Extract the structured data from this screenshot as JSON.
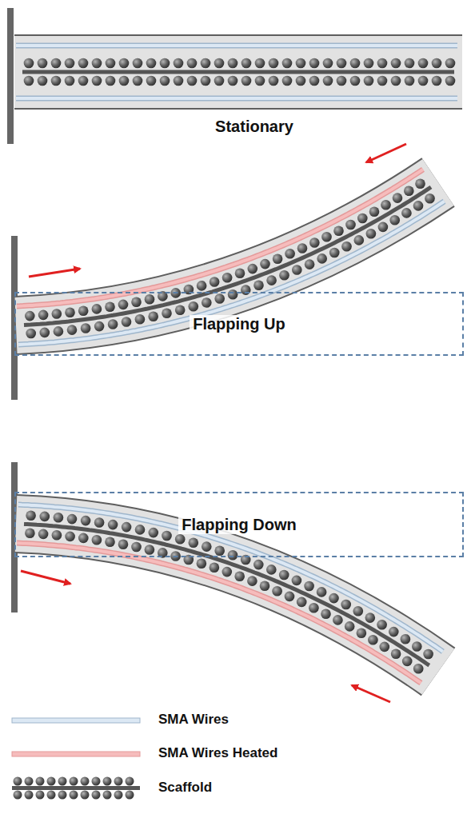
{
  "diagram": {
    "nodes": [
      {
        "text": [
          "Flapping Up"
        ]
      },
      {
        "text": [
          "Flapping Down"
        ]
      }
    ],
    "labels": [
      "Stationary"
    ],
    "legend": [
      {
        "text": "SMA Wires"
      },
      {
        "text": "SMA Wires Heated"
      },
      {
        "text": "Scaffold"
      }
    ]
  }
}
